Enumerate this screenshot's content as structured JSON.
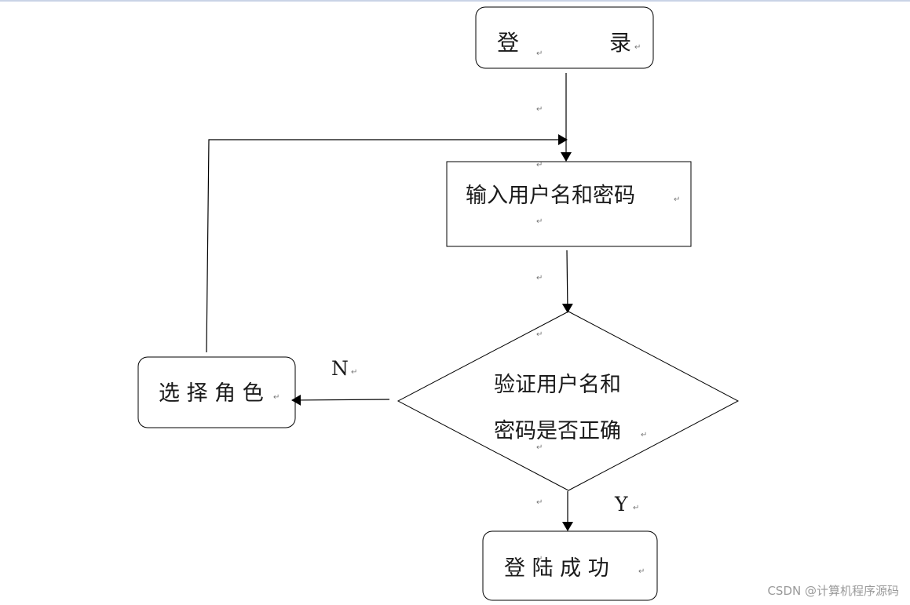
{
  "nodes": {
    "login": {
      "label_left": "登",
      "label_right": "录"
    },
    "input_credentials": {
      "label": "输入用户名和密码"
    },
    "verify": {
      "line1": "验证用户名和",
      "line2": "密码是否正确"
    },
    "choose_role": {
      "label": "选 择 角 色"
    },
    "success": {
      "label": "登 陆 成 功"
    }
  },
  "edges": {
    "no_label": "N",
    "yes_label": "Y"
  },
  "para_mark": "↵",
  "watermark": "CSDN @计算机程序源码"
}
